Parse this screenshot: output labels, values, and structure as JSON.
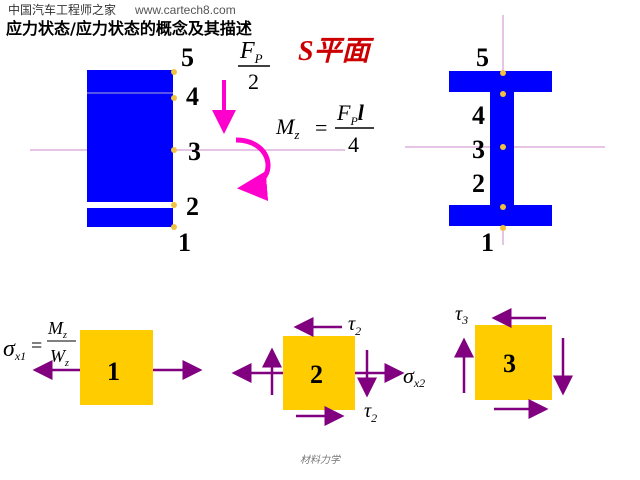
{
  "watermark": {
    "site_name": "中国汽车工程师之家",
    "url": "www.cartech8.com"
  },
  "title": "应力状态/应力状态的概念及其描述",
  "plane_label": "S平面",
  "colors": {
    "beam": "#0000ff",
    "element": "#ffcc00",
    "arrow": "#800080",
    "load_arrow": "#ff00cc",
    "plane": "#cc0000"
  },
  "left_section": {
    "points": [
      "5",
      "4",
      "3",
      "2",
      "1"
    ]
  },
  "right_section": {
    "points": [
      "5",
      "4",
      "3",
      "2",
      "1"
    ]
  },
  "load": {
    "force_symbol": "F",
    "force_sub": "P",
    "divisor": "2"
  },
  "moment": {
    "lhs": "M",
    "lhs_sub": "z",
    "eq": "=",
    "num": "F",
    "num_sub": "P",
    "num_tail": "l",
    "den": "4"
  },
  "elements": [
    {
      "label": "1",
      "stress": {
        "sym": "σ",
        "sub": "x1",
        "eq": "=",
        "num": "M",
        "num_sub": "z",
        "den": "W",
        "den_sub": "z"
      }
    },
    {
      "label": "2",
      "shear_top": {
        "sym": "τ",
        "sub": "2"
      },
      "shear_bottom": {
        "sym": "τ",
        "sub": "2"
      },
      "normal": {
        "sym": "σ",
        "sub": "x2"
      }
    },
    {
      "label": "3",
      "shear": {
        "sym": "τ",
        "sub": "3"
      }
    }
  ],
  "footer": "材料力学"
}
